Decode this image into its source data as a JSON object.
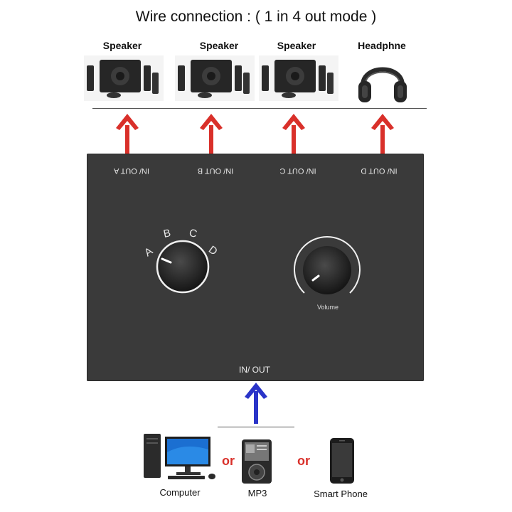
{
  "title": "Wire connection : ( 1 in 4 out mode )",
  "outputs": [
    {
      "label": "Speaker",
      "icon": "speaker-set-icon"
    },
    {
      "label": "Speaker",
      "icon": "speaker-set-icon"
    },
    {
      "label": "Speaker",
      "icon": "speaker-set-icon"
    },
    {
      "label": "Headphne",
      "icon": "headphone-icon"
    }
  ],
  "switch_box": {
    "ports": [
      "IN/ OUT A",
      "IN/ OUT B",
      "IN/ OUT C",
      "IN/ OUT D"
    ],
    "selector_letters": [
      "A",
      "B",
      "C",
      "D"
    ],
    "volume_label": "Volume",
    "main_port": "IN/ OUT"
  },
  "sources": [
    {
      "label": "Computer",
      "icon": "computer-icon"
    },
    {
      "label": "MP3",
      "icon": "mp3-player-icon"
    },
    {
      "label": "Smart Phone",
      "icon": "smartphone-icon"
    }
  ],
  "or_text": "or",
  "colors": {
    "output_arrow": "#d9302a",
    "input_arrow": "#2a34c8",
    "box": "#3a3a3a"
  }
}
